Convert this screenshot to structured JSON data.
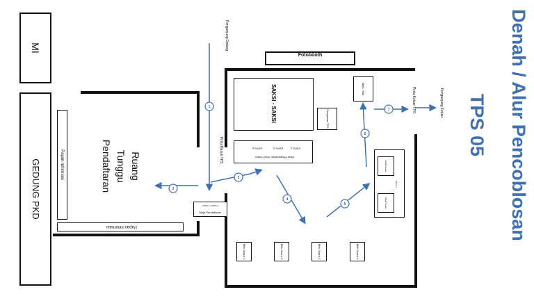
{
  "title": {
    "line1": "Denah / Alur Pencoblosan",
    "line2": "TPS 05",
    "color": "#3f70b4"
  },
  "buildings": {
    "mi": "MI",
    "gedung_pkd": "GEDUNG PKD",
    "papan_informasi_vertical": "Papan Informasi",
    "papan_informasi_horizontal": "Papan Informasi",
    "ruang_tunggu": [
      "Ruang",
      "Tunggu",
      "Pendaftaran"
    ]
  },
  "areas": {
    "fotobooth": "Fotobooth",
    "saksi": "SAKSI - SAKSI",
    "meja_pengambilan": "Meja Pengambilan Surat Suara",
    "kpps": [
      "KPPS 6",
      "KPPS 5",
      "KPPS 4"
    ],
    "meja_pendaftaran": "Meja Pendaftaran",
    "meja_pendaftaran_sub": "KPPS 1, KPPS 2",
    "pengawas_tps": "Pengawas TPS",
    "meja_tinta": "Meja Tinta",
    "kpps7": "KPPS 7",
    "kpps3": "KPPS 3",
    "kotak_suara_left": "Kotak Suara",
    "kotak_suara_right": "Kotak Suara",
    "bilik": [
      "Bilik Suara 1",
      "Bilik Suara 2",
      "Bilik Suara 3",
      "Bilik Suara 4"
    ]
  },
  "flow": {
    "pengunjung_datang": "Pengunjung Datang",
    "pintu_masuk": "Pintu Masuk TPS",
    "pintu_keluar": "Pintu Keluar TPS",
    "pengunjung_keluar": "Pengunjung Keluar",
    "steps": [
      "1",
      "2",
      "3",
      "4",
      "5",
      "6",
      "7"
    ],
    "arrow_color": "#3f70b4"
  }
}
